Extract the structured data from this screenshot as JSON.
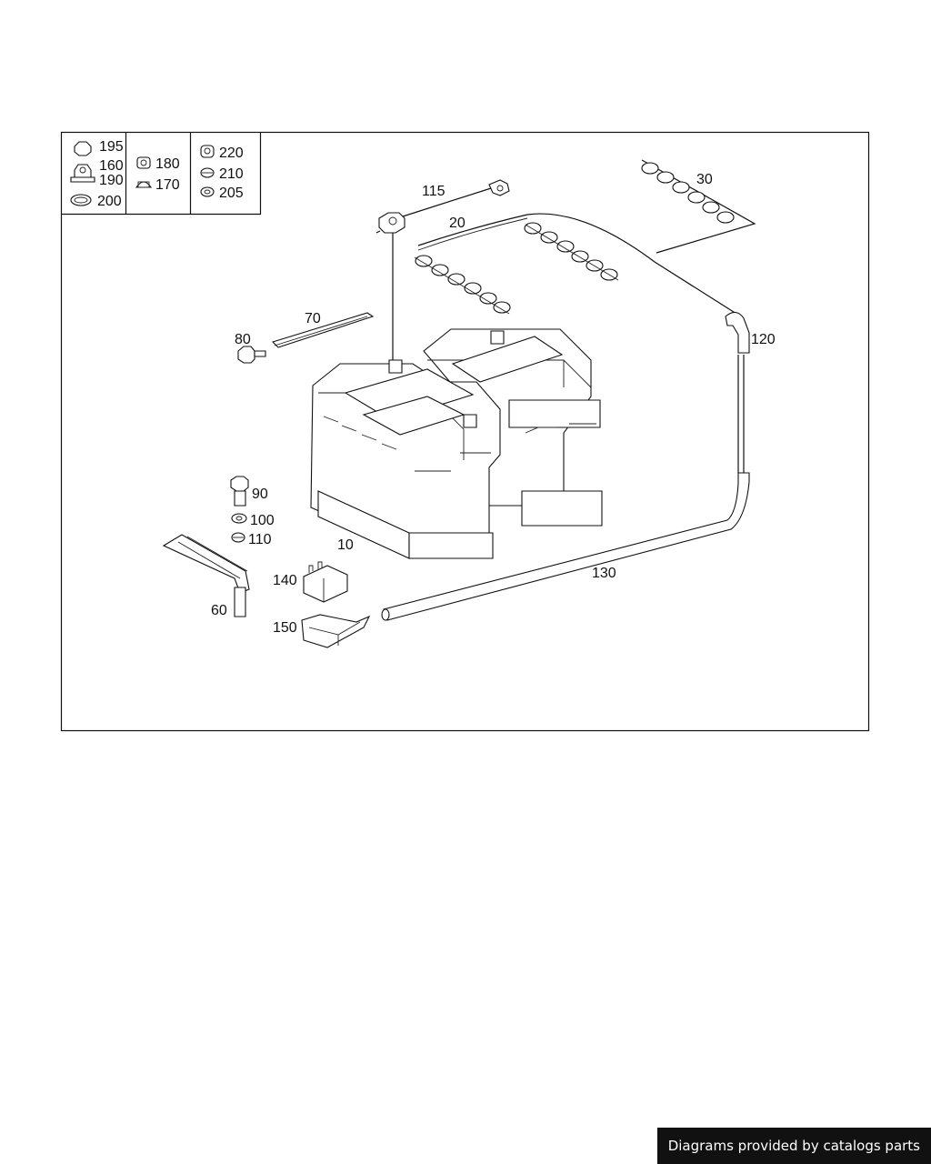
{
  "legend": {
    "col1": [
      "195",
      "160",
      "190",
      "200"
    ],
    "col2": [
      "180",
      "170"
    ],
    "col3": [
      "220",
      "210",
      "205"
    ]
  },
  "callouts": {
    "c10": "10",
    "c20": "20",
    "c30": "30",
    "c60": "60",
    "c70": "70",
    "c80": "80",
    "c90": "90",
    "c100": "100",
    "c110": "110",
    "c115": "115",
    "c120": "120",
    "c130": "130",
    "c140": "140",
    "c150": "150"
  },
  "footer": {
    "credit": "Diagrams provided by catalogs parts"
  }
}
